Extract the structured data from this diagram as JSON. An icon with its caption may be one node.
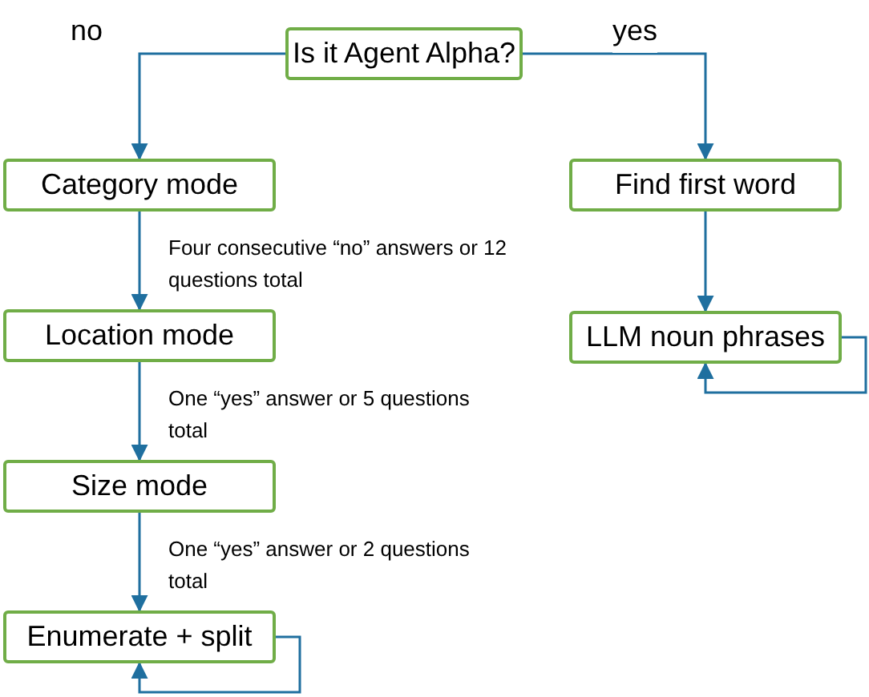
{
  "diagram": {
    "nodes": [
      {
        "text": [
          "Is it Agent Alpha?"
        ]
      },
      {
        "text": [
          "Category mode"
        ]
      },
      {
        "text": [
          "Find first word"
        ]
      },
      {
        "text": [
          "Location mode"
        ]
      },
      {
        "text": [
          "LLM noun phrases"
        ]
      },
      {
        "text": [
          "Size mode"
        ]
      },
      {
        "text": [
          "Enumerate + split"
        ]
      }
    ],
    "edges": [
      {
        "from": 0,
        "to": 1,
        "arrow": "to",
        "label": "no"
      },
      {
        "from": 0,
        "to": 2,
        "arrow": "to",
        "label": "yes"
      },
      {
        "from": 1,
        "to": 3,
        "arrow": "to",
        "label": "Four consecutive “no” answers or 12 questions total"
      },
      {
        "from": 2,
        "to": 4,
        "arrow": "to"
      },
      {
        "from": 4,
        "to": 4,
        "arrow": "to"
      },
      {
        "from": 3,
        "to": 5,
        "arrow": "to",
        "label": "One “yes” answer or 5 questions total"
      },
      {
        "from": 5,
        "to": 6,
        "arrow": "to",
        "label": "One “yes” answer or 2 questions total"
      },
      {
        "from": 6,
        "to": 6,
        "arrow": "to"
      }
    ]
  }
}
